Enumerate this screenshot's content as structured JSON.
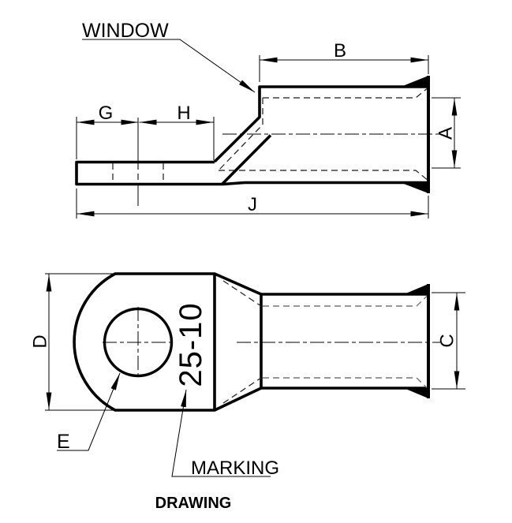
{
  "title": "DRAWING",
  "marking_value": "25-10",
  "labels": {
    "window": "WINDOW",
    "marking": "MARKING",
    "e": "E"
  },
  "dimensions": {
    "a": "A",
    "b": "B",
    "c": "C",
    "d": "D",
    "g": "G",
    "h": "H",
    "j": "J"
  },
  "colors": {
    "background": "#ffffff",
    "line": "#000000",
    "hidden_line_gray": "#777777"
  }
}
